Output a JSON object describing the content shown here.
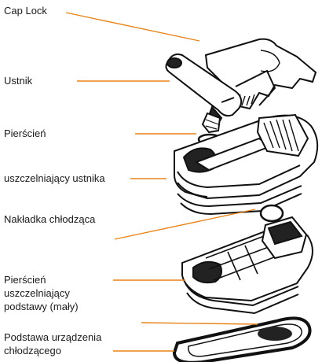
{
  "labels": {
    "cap_lock": "Cap Lock",
    "ustnik": "Ustnik",
    "pierscien": "Pierścień",
    "uszczelniajacy_ustnika": "uszczelniający ustnika",
    "nakladka": "Nakładka chłodząca",
    "pierscien_podstawy_line1": "Pierścień",
    "pierscien_podstawy_line2": "uszczelniający",
    "pierscien_podstawy_line3": "podstawy (mały)",
    "podstawa_line1": "Podstawa urządzenia",
    "podstawa_line2": "chłodzącego"
  },
  "colors": {
    "leader_line": "#e8841a",
    "text": "#1a1a1a",
    "part_outline": "#111111",
    "part_fill": "#ffffff",
    "part_shade": "#222222"
  }
}
